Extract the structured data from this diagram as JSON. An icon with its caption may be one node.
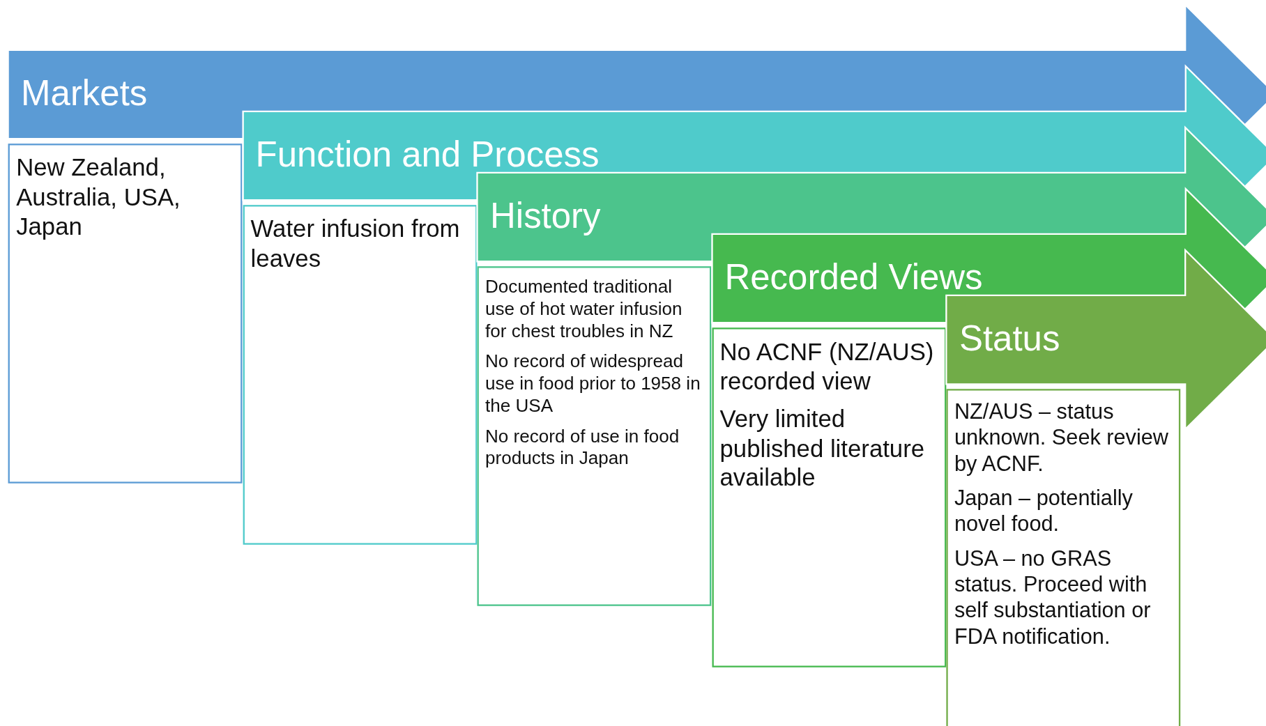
{
  "diagram": {
    "nodes": [
      {
        "text": [
          "Markets"
        ]
      },
      {
        "text": [
          "New Zealand, Australia, USA, Japan"
        ]
      },
      {
        "text": [
          "Function and Process"
        ]
      },
      {
        "text": [
          "Water infusion from leaves"
        ]
      },
      {
        "text": [
          "History"
        ]
      },
      {
        "text": [
          "Documented traditional use of hot water infusion for chest troubles in NZ",
          "No record of widespread use in food prior to 1958 in the USA",
          "No record of use in food products in Japan"
        ]
      },
      {
        "text": [
          "Recorded Views"
        ]
      },
      {
        "text": [
          "No ACNF (NZ/AUS) recorded view",
          "Very limited published literature available"
        ]
      },
      {
        "text": [
          "Status"
        ]
      },
      {
        "text": [
          "NZ/AUS – status unknown. Seek review by ACNF.",
          "Japan – potentially novel food.",
          "USA – no GRAS status. Proceed with self substantiation or FDA notification."
        ]
      }
    ]
  }
}
